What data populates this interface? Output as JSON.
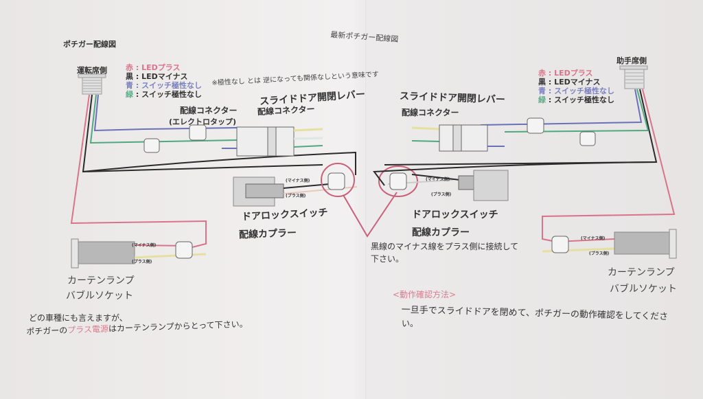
{
  "document": {
    "title": "最新ポチガー配線図",
    "section_title": "ポチガー配線図"
  },
  "driver_side": {
    "label": "運転席側",
    "legend": [
      {
        "color_name": "赤",
        "desc": "LEDプラス",
        "color": "#d9738a"
      },
      {
        "color_name": "黒",
        "desc": "LEDマイナス",
        "color": "#333333"
      },
      {
        "color_name": "青",
        "desc": "スイッチ極性なし",
        "color": "#7b82c0"
      },
      {
        "color_name": "緑",
        "desc": "スイッチ極性なし",
        "color": "#5fae8a"
      }
    ],
    "polarity_note": "※極性なし とは 逆になっても関係なしという意味です",
    "connector_tap_label": "配線コネクター",
    "connector_tap_sub": "(エレクトロタップ)",
    "lever_label": "スライドドア開閉レバー",
    "lever_connector_label": "配線コネクター",
    "door_lock_label": "ドアロックスイッチ",
    "door_lock_coupler": "配線カプラー",
    "minus_side": "(マイナス側)",
    "plus_side": "(プラス側)",
    "lamp_label": "カーテンランプ",
    "lamp_socket": "バブルソケット"
  },
  "passenger_side": {
    "label": "助手席側",
    "legend": [
      {
        "color_name": "赤",
        "desc": "LEDプラス",
        "color": "#d9738a"
      },
      {
        "color_name": "黒",
        "desc": "LEDマイナス",
        "color": "#333333"
      },
      {
        "color_name": "青",
        "desc": "スイッチ極性なし",
        "color": "#7b82c0"
      },
      {
        "color_name": "緑",
        "desc": "スイッチ極性なし",
        "color": "#5fae8a"
      }
    ],
    "lever_label": "スライドドア開閉レバー",
    "lever_connector_label": "配線コネクター",
    "door_lock_label": "ドアロックスイッチ",
    "door_lock_coupler": "配線カプラー",
    "minus_side": "(マイナス側)",
    "plus_side": "(プラス側)",
    "lamp_label": "カーテンランプ",
    "lamp_socket": "バブルソケット"
  },
  "callout": {
    "line1": "黒線のマイナス線をプラス側に接続して",
    "line2": "下さい。"
  },
  "check_method": {
    "heading": "<動作確認方法>",
    "line1": "一旦手でスライドドアを閉めて、ポチガーの動作確認をしてくださ",
    "line2": "い。"
  },
  "footer": {
    "line1": "どの車種にも言えますが、",
    "line2_a": "ポチガーの",
    "line2_b": "プラス電源",
    "line2_c": "はカーテンランプからとって下さい。"
  },
  "wire_colors": {
    "red": "#d9738a",
    "black": "#2a2a2a",
    "blue": "#6a70b8",
    "green": "#4fa880",
    "yellow": "#e6e0a0",
    "callout": "#c9607a"
  }
}
